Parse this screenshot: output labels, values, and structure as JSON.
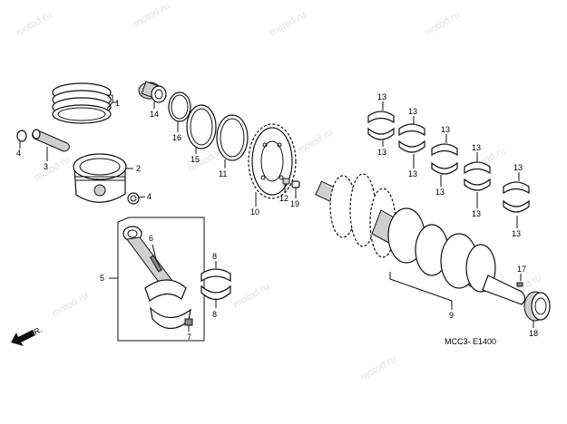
{
  "watermark": "motod.ru",
  "diagram_code": "MCC3- E1400",
  "direction_label": "FR.",
  "callouts": {
    "c1": "1",
    "c2": "2",
    "c3": "3",
    "c4a": "4",
    "c4b": "4",
    "c5": "5",
    "c6": "6",
    "c7": "7",
    "c8a": "8",
    "c8b": "8",
    "c9": "9",
    "c10": "10",
    "c11": "11",
    "c12": "12",
    "c13a": "13",
    "c13b": "13",
    "c13c": "13",
    "c13d": "13",
    "c13e": "13",
    "c13f": "13",
    "c13g": "13",
    "c13h": "13",
    "c13i": "13",
    "c13j": "13",
    "c14": "14",
    "c15": "15",
    "c16": "16",
    "c17": "17",
    "c18": "18",
    "c19": "19"
  },
  "colors": {
    "line": "#111111",
    "watermark": "#e2e2e2",
    "shade": "#cfcfcf"
  }
}
